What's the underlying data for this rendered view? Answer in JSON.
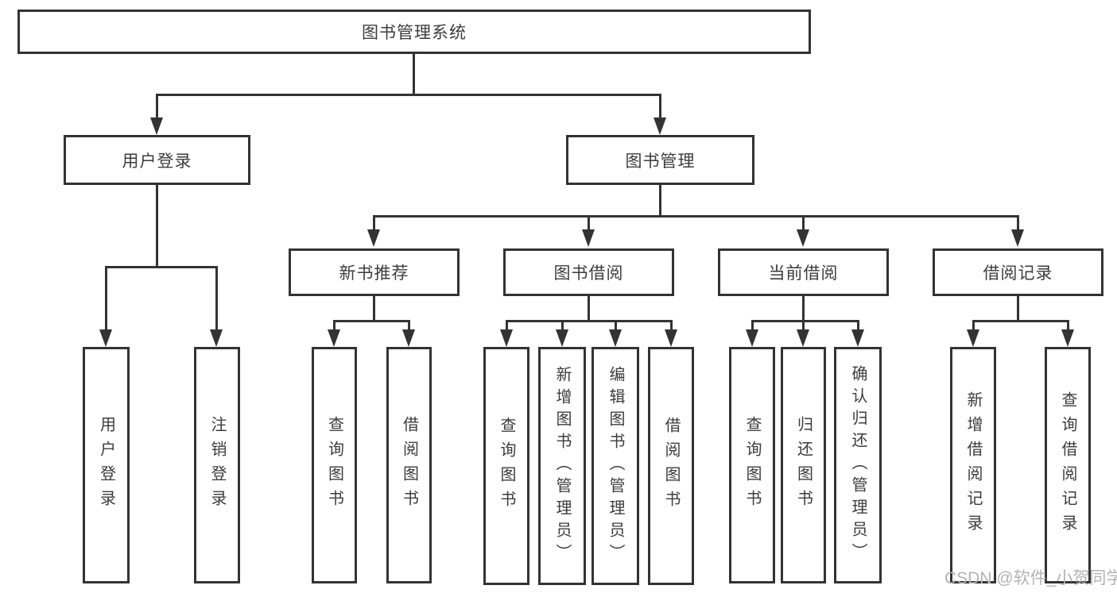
{
  "root": {
    "label": "图书管理系统"
  },
  "branches": [
    {
      "label": "用户登录",
      "leaves": [
        "用户登录",
        "注销登录"
      ]
    },
    {
      "label": "图书管理",
      "groups": [
        {
          "label": "新书推荐",
          "leaves": [
            "查询图书",
            "借阅图书"
          ]
        },
        {
          "label": "图书借阅",
          "leaves": [
            "查询图书",
            "新增图书（管理员）",
            "编辑图书（管理员）",
            "借阅图书"
          ]
        },
        {
          "label": "当前借阅",
          "leaves": [
            "查询图书",
            "归还图书",
            "确认归还（管理员）"
          ]
        },
        {
          "label": "借阅记录",
          "leaves": [
            "新增借阅记录",
            "查询借阅记录"
          ]
        }
      ]
    }
  ],
  "watermark": "CSDN @软件_小贺同学",
  "colors": {
    "line": "#333333",
    "text": "#3c3c3c",
    "watermark": "#b3b3b3",
    "background": "#ffffff"
  }
}
